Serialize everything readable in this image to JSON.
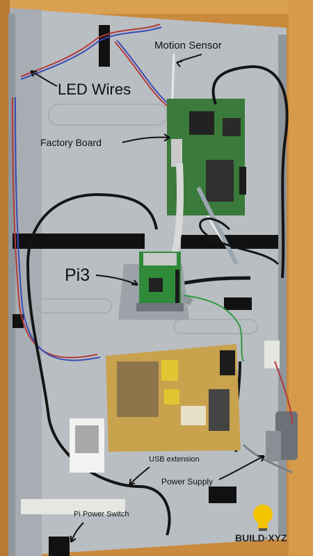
{
  "labels": {
    "motion_sensor": "Motion Sensor",
    "led_wires": "LED Wires",
    "factory_board": "Factory Board",
    "pi3": "Pi3",
    "usb_extension": "USB extension",
    "power_supply": "Power Supply",
    "pi_power_switch": "Pi Power Switch"
  },
  "logo": {
    "text": "BUILD·XYZ"
  },
  "colors": {
    "wood_frame": "#c98a3e",
    "metal_panel": "#b9bec3",
    "factory_board": "#3a7a3a",
    "power_supply_board": "#c9a24e",
    "pi_board": "#2f8a3a",
    "black_tape": "#111111",
    "cable_black": "#151515",
    "ribbon_cable": "#d8d8d8",
    "logo_bulb": "#f5c400"
  }
}
